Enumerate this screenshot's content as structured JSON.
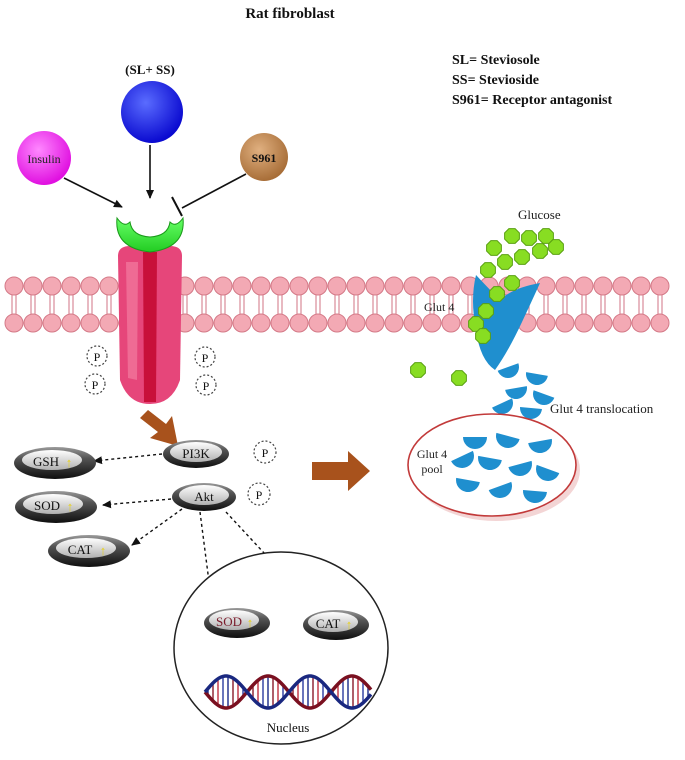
{
  "title": "Rat fibroblast",
  "legend": [
    "SL= Steviosole",
    "SS= Stevioside",
    "S961= Receptor antagonist"
  ],
  "ligands": {
    "slss": "(SL+ SS)",
    "insulin": "Insulin",
    "s961": "S961"
  },
  "phospho": "P",
  "kinases": {
    "pi3k": "PI3K",
    "akt": "Akt"
  },
  "enzymes": {
    "gsh": "GSH",
    "sod": "SOD",
    "cat": "CAT"
  },
  "nucleus": {
    "label": "Nucleus",
    "sod": "SOD",
    "cat": "CAT"
  },
  "glucose": "Glucose",
  "glut4": "Glut 4",
  "glut4_translocation": "Glut 4 translocation",
  "glut4_pool": [
    "Glut 4",
    "pool"
  ],
  "colors": {
    "ligand_slss": "#1010e0",
    "ligand_insulin": "#ee22ee",
    "ligand_s961": "#b8804a",
    "receptor": "#e04070",
    "receptor_cap": "#33ee33",
    "membrane": "#f3a9b4",
    "glut": "#1f8fcf",
    "glucose": "#88dd22",
    "arrow_brown": "#a8521c",
    "enzyme_oval": "#2e2e2e"
  }
}
